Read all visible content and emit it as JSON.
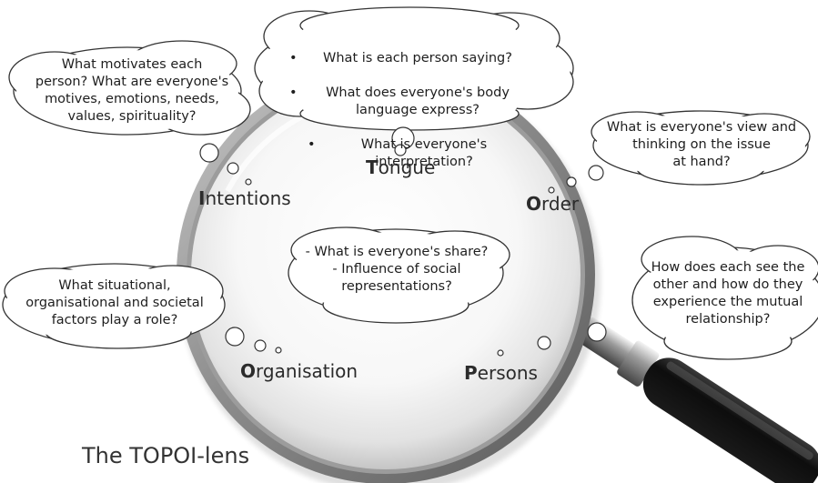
{
  "title": "The TOPOI-lens",
  "dimensions": {
    "tongue": {
      "initial": "T",
      "rest": "ongue"
    },
    "order": {
      "initial": "O",
      "rest": "rder"
    },
    "persons": {
      "initial": "P",
      "rest": "ersons"
    },
    "organisation": {
      "initial": "O",
      "rest": "rganisation"
    },
    "intentions": {
      "initial": "I",
      "rest": "ntentions"
    }
  },
  "clouds": {
    "tongue": {
      "bullets": [
        "What is each person saying?",
        "What does everyone's body\nlanguage express?",
        "What is everyone's\ninterpretation?"
      ]
    },
    "intentions": "What motivates each\nperson? What are everyone's\nmotives, emotions, needs,\nvalues, spirituality?",
    "order": "What is everyone's view and\nthinking on the issue\nat hand?",
    "center": "- What is everyone's share?\n- Influence of social\nrepresentations?",
    "organisation": "What situational,\norganisational and societal\nfactors play a role?",
    "persons": "How does each see the\nother and how do they\nexperience the mutual\nrelationship?"
  },
  "colors": {
    "cloud_fill": "#ffffff",
    "cloud_stroke": "#333333",
    "handle": "#151515",
    "ring": "#8a8a8a"
  }
}
